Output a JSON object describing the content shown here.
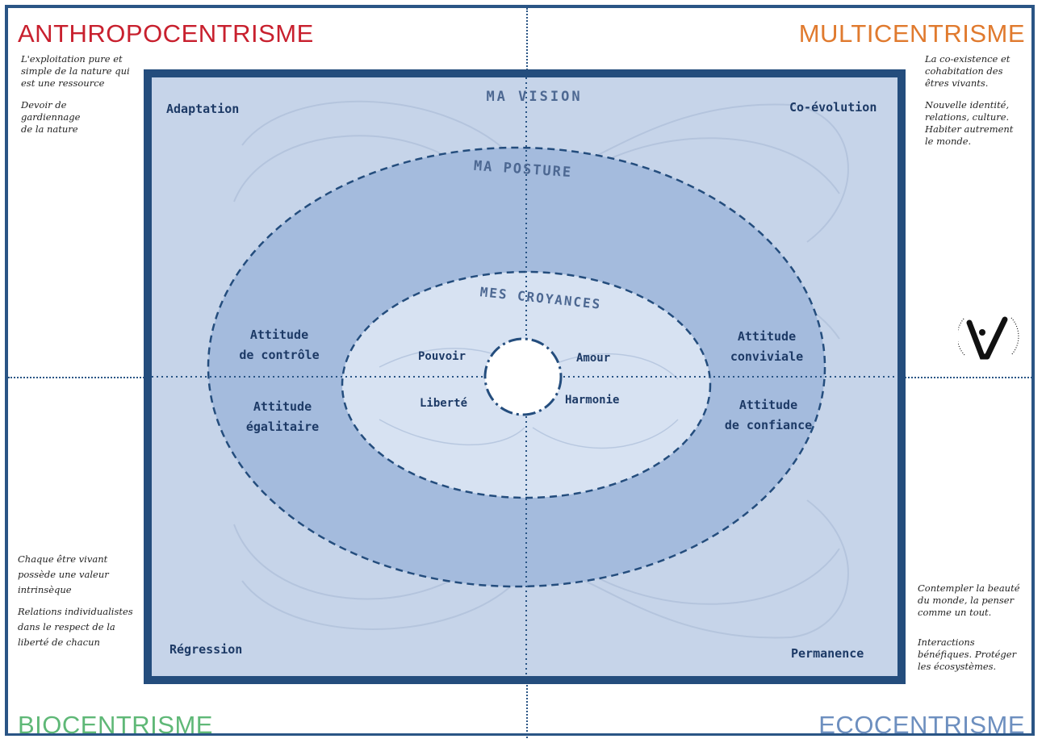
{
  "quadrants": {
    "top_left": {
      "title": "ANTHROPOCENTRISME",
      "color": "#c8202e",
      "notes": [
        "L'exploitation pure et simple de la nature qui est une ressource",
        "Devoir de gardiennage de la nature"
      ]
    },
    "top_right": {
      "title": "MULTICENTRISME",
      "color": "#e07a2e",
      "notes": [
        "La co-existence et cohabitation des êtres vivants.",
        "Nouvelle identité, relations, culture. Habiter autrement le monde."
      ]
    },
    "bottom_left": {
      "title": "BIOCENTRISME",
      "color": "#5fb877",
      "notes": [
        "Chaque être vivant possède une valeur intrinsèque",
        "Relations individualistes dans le respect de la liberté de chacun"
      ]
    },
    "bottom_right": {
      "title": "ECOCENTRISME",
      "color": "#6d8fbf",
      "notes": [
        "Contempler la beauté du monde, la penser comme un tout.",
        "Interactions bénéfiques. Protéger les écosystèmes."
      ]
    }
  },
  "diagram": {
    "vision_title": "MA VISION",
    "posture_title": "MA POSTURE",
    "croyances_title": "MES CROYANCES",
    "corners": {
      "top_left": "Adaptation",
      "top_right": "Co-évolution",
      "bottom_left": "Régression",
      "bottom_right": "Permanence"
    },
    "attitudes": {
      "top_left": [
        "Attitude",
        "de contrôle"
      ],
      "top_right": [
        "Attitude",
        "conviviale"
      ],
      "bottom_left": [
        "Attitude",
        "égalitaire"
      ],
      "bottom_right": [
        "Attitude",
        "de confiance"
      ]
    },
    "beliefs": {
      "top_left": "Pouvoir",
      "top_right": "Amour",
      "bottom_left": "Liberté",
      "bottom_right": "Harmonie"
    }
  },
  "colors": {
    "frame": "#2a5585",
    "inner_border": "#244d7d",
    "vision_fill": "#c6d4e9",
    "posture_fill": "#a4bbdd",
    "croyances_fill": "#d7e2f2",
    "text": "#1d3a66"
  },
  "logo_icon": "tree-v-logo-icon"
}
